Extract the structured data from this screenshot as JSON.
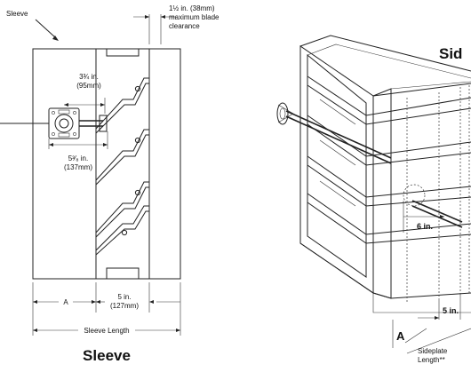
{
  "labels": {
    "sleeve_callout": "Sleeve",
    "blade_clearance_line1": "1½ in. (38mm)",
    "blade_clearance_line2": "maximum blade",
    "blade_clearance_line3": "clearance",
    "dim_34_line1": "3¾ in.",
    "dim_34_line2": "(95mm)",
    "dim_538_line1": "5³⁄₈ in.",
    "dim_538_line2": "(137mm)",
    "dim_A_left": "A",
    "dim_5in_line1": "5 in.",
    "dim_5in_line2": "(127mm)",
    "sleeve_length": "Sleeve Length",
    "sleeve_title": "Sleeve",
    "side_title": "Sid",
    "dim_6in": "6 in.",
    "dim_5in_right": "5 in.",
    "dim_A_right": "A",
    "sideplate_line1": "Sideplate",
    "sideplate_line2": "Length**"
  }
}
